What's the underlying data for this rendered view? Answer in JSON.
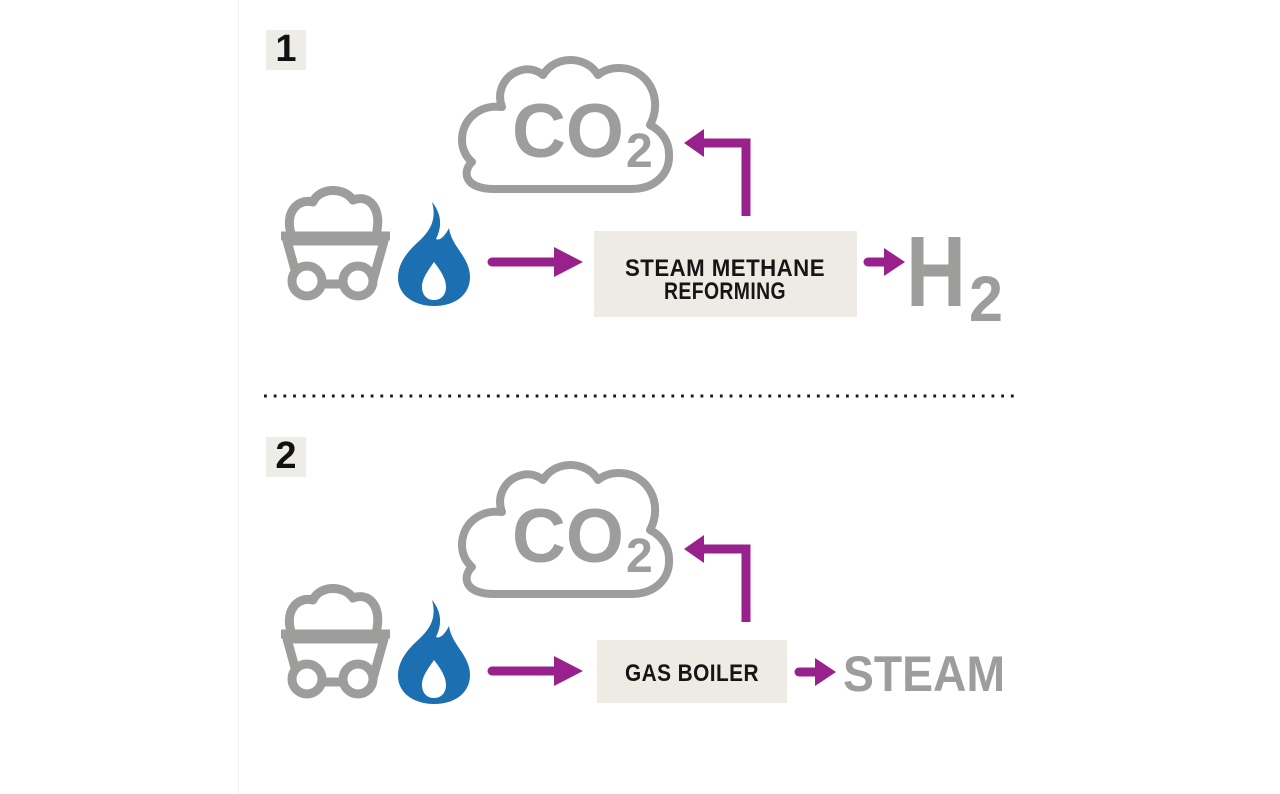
{
  "palette": {
    "background": "#ffffff",
    "purple": "#98218c",
    "blue": "#1c6fb0",
    "gray": "#9d9d9c",
    "box_bg": "#eeebe5",
    "badge_bg": "#eeece7",
    "text_dark": "#151515",
    "divider_dot": "#1a1a1a"
  },
  "divider": {
    "style": "dotted-line"
  },
  "icons": [
    "co2-cloud-icon",
    "coal-cart-icon",
    "flame-icon",
    "flow-arrow-icon",
    "emission-arrow-icon",
    "output-arrow-icon"
  ],
  "section1": {
    "badge": "1",
    "cloud_label": {
      "main": "CO",
      "sub": "2"
    },
    "inputs": [
      "coal-cart-icon",
      "flame-icon"
    ],
    "process": {
      "line1": "STEAM METHANE",
      "line2": "REFORMING"
    },
    "output": {
      "main": "H",
      "sub": "2"
    }
  },
  "section2": {
    "badge": "2",
    "cloud_label": {
      "main": "CO",
      "sub": "2"
    },
    "inputs": [
      "coal-cart-icon",
      "flame-icon"
    ],
    "process": {
      "line1": "GAS BOILER"
    },
    "output": {
      "main": "STEAM"
    }
  }
}
